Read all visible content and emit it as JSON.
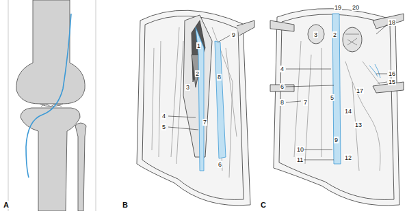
{
  "diagram": {
    "labels": [
      "A",
      "B",
      "C",
      "9",
      "1",
      "2",
      "3",
      "8",
      "4",
      "5",
      "7",
      "6",
      "19",
      "20",
      "18",
      "3",
      "2",
      "4",
      "16",
      "6",
      "5",
      "17",
      "15",
      "8",
      "7",
      "14",
      "13",
      "9",
      "12",
      "10",
      "11"
    ]
  }
}
